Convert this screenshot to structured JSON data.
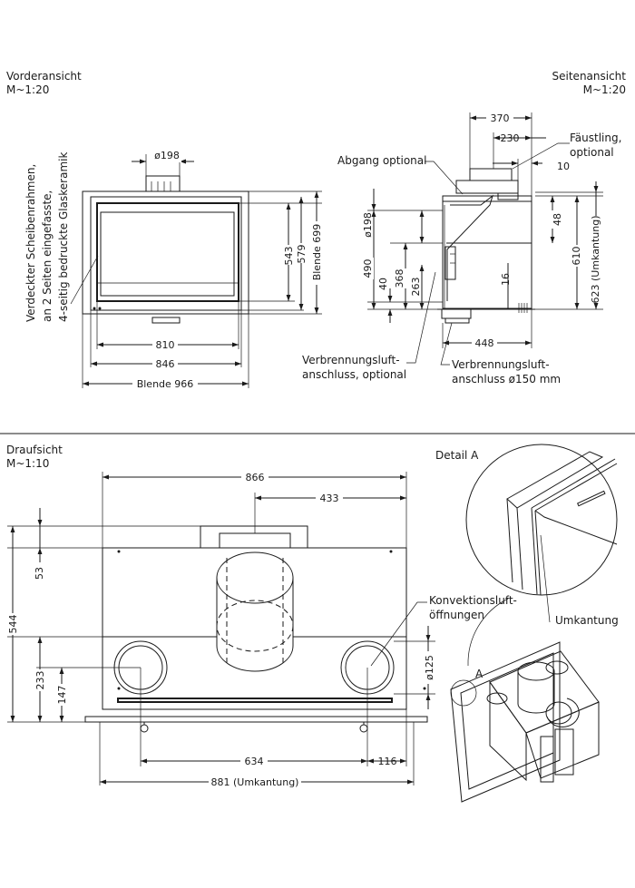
{
  "views": {
    "front": {
      "title": "Vorderansicht",
      "scale": "M~1:20"
    },
    "side": {
      "title": "Seitenansicht",
      "scale": "M~1:20"
    },
    "top": {
      "title": "Draufsicht",
      "scale": "M~1:10"
    },
    "detail": {
      "title": "Detail A"
    }
  },
  "notes": {
    "frame_line1": "Verdeckter Scheibenrahmen,",
    "frame_line2": "an 2 Seiten eingefasste,",
    "frame_line3": "4-seitig bedruckte Glaskeramik",
    "abgang": "Abgang  optional",
    "faustling1": "Fäustling,",
    "faustling2": "optional",
    "vl1_line1": "Verbrennungsluft-",
    "vl1_line2": "anschluss,  optional",
    "vl2_line1": "Verbrennungsluft-",
    "vl2_line2": "anschluss  ø150  mm",
    "konv1": "Konvektionsluft-",
    "konv2": "öffnungen",
    "umkantung": "Umkantung",
    "marker_a": "A"
  },
  "dims": {
    "front": {
      "d198": "ø198",
      "d543": "543",
      "d579": "579",
      "blende699": "Blende  699",
      "d810": "810",
      "d846": "846",
      "blende966": "Blende  966"
    },
    "side": {
      "d370": "370",
      "d230": "230",
      "d10": "10",
      "d198": "ø198",
      "d490": "490",
      "d40": "40",
      "d368": "368",
      "d263": "263",
      "d16": "16",
      "d48": "48",
      "d610": "610",
      "d623": "623  (Umkantung)",
      "d448": "448"
    },
    "top": {
      "d866": "866",
      "d433": "433",
      "d53": "53",
      "d544": "544",
      "d233": "233",
      "d147": "147",
      "d125": "ø125",
      "d634": "634",
      "d116": "116",
      "d881": "881  (Umkantung)"
    }
  }
}
